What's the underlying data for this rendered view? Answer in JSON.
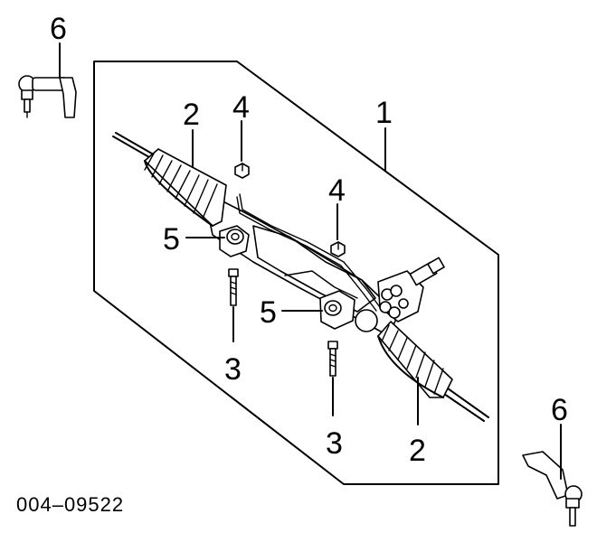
{
  "diagram": {
    "code": "004–09522",
    "callouts": {
      "steering_gear": "1",
      "boot_left": "2",
      "boot_right": "2",
      "bolt_left": "3",
      "bolt_right": "3",
      "nut_left": "4",
      "nut_right": "4",
      "bushing_left": "5",
      "bushing_right": "5",
      "tie_rod_end_left": "6",
      "tie_rod_end_right": "6"
    }
  }
}
